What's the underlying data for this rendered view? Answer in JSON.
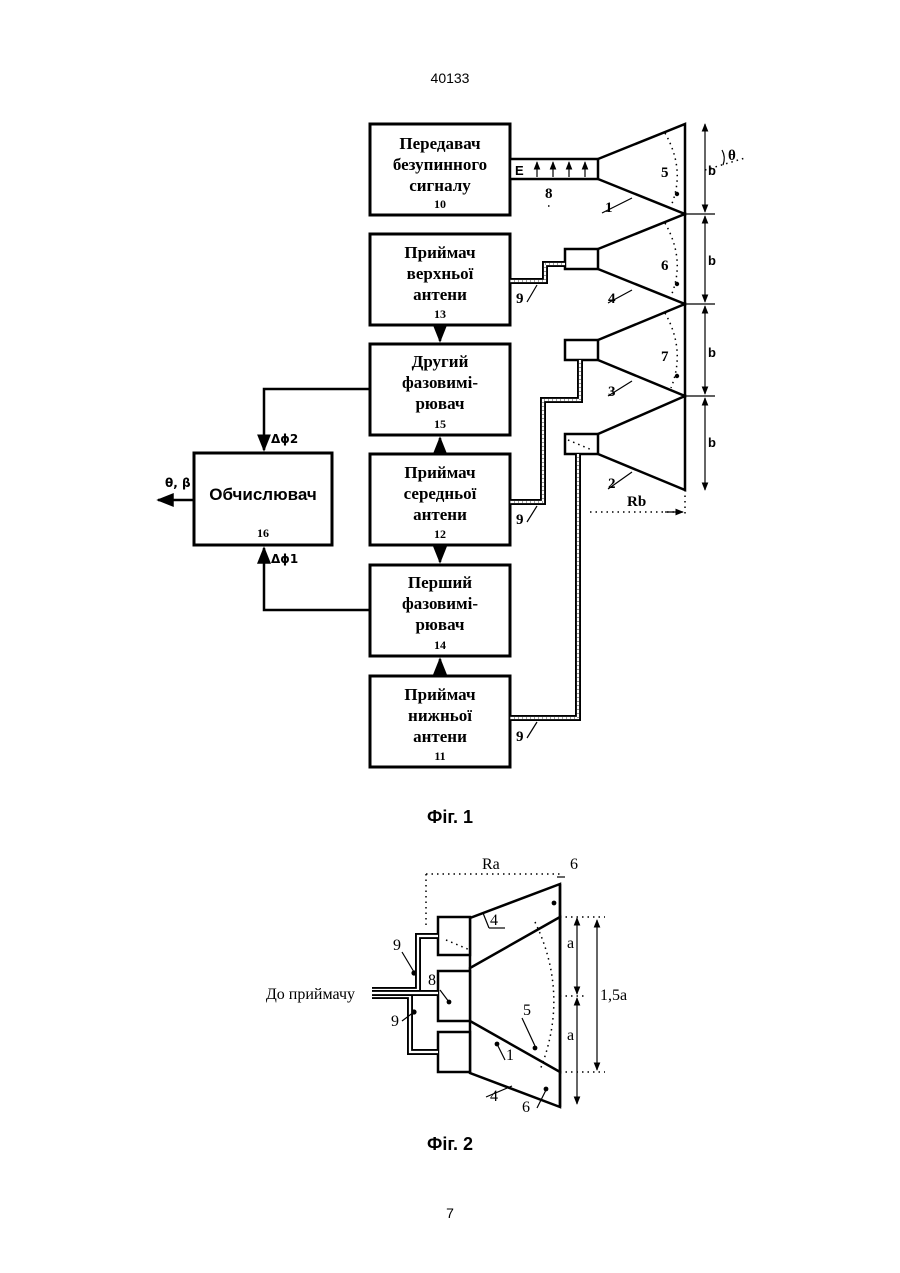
{
  "page_number_top": "40133",
  "page_number_bottom": "7",
  "fig1": {
    "caption": "Фіг. 1",
    "blocks": {
      "transmitter": {
        "lines": [
          "Передавач",
          "безупинного",
          "сигналу"
        ],
        "num": "10"
      },
      "rx_upper": {
        "lines": [
          "Приймач",
          "верхньої",
          "антени"
        ],
        "num": "13"
      },
      "phase2": {
        "lines": [
          "Другий",
          "фазовимі-",
          "рювач"
        ],
        "num": "15"
      },
      "rx_middle": {
        "lines": [
          "Приймач",
          "середньої",
          "антени"
        ],
        "num": "12"
      },
      "phase1": {
        "lines": [
          "Перший",
          "фазовимі-",
          "рювач"
        ],
        "num": "14"
      },
      "rx_lower": {
        "lines": [
          "Приймач",
          "нижньої",
          "антени"
        ],
        "num": "11"
      },
      "calculator": {
        "label": "Обчислювач",
        "num": "16"
      }
    },
    "signals": {
      "dphi2": "Δϕ2",
      "dphi1": "Δϕ1",
      "output": "θ, β"
    },
    "labels": {
      "E": "E",
      "n8": "8",
      "n1": "1",
      "n2": "2",
      "n3": "3",
      "n4": "4",
      "n5": "5",
      "n6": "6",
      "n7": "7",
      "n9": "9",
      "b": "b",
      "theta": "θ",
      "Rb": "Rb"
    }
  },
  "fig2": {
    "caption": "Фіг. 2",
    "labels": {
      "Ra": "Ra",
      "to_receiver": "До приймачу",
      "a": "a",
      "a15": "1,5a",
      "n1": "1",
      "n4": "4",
      "n5": "5",
      "n6": "6",
      "n8": "8",
      "n9": "9"
    }
  }
}
